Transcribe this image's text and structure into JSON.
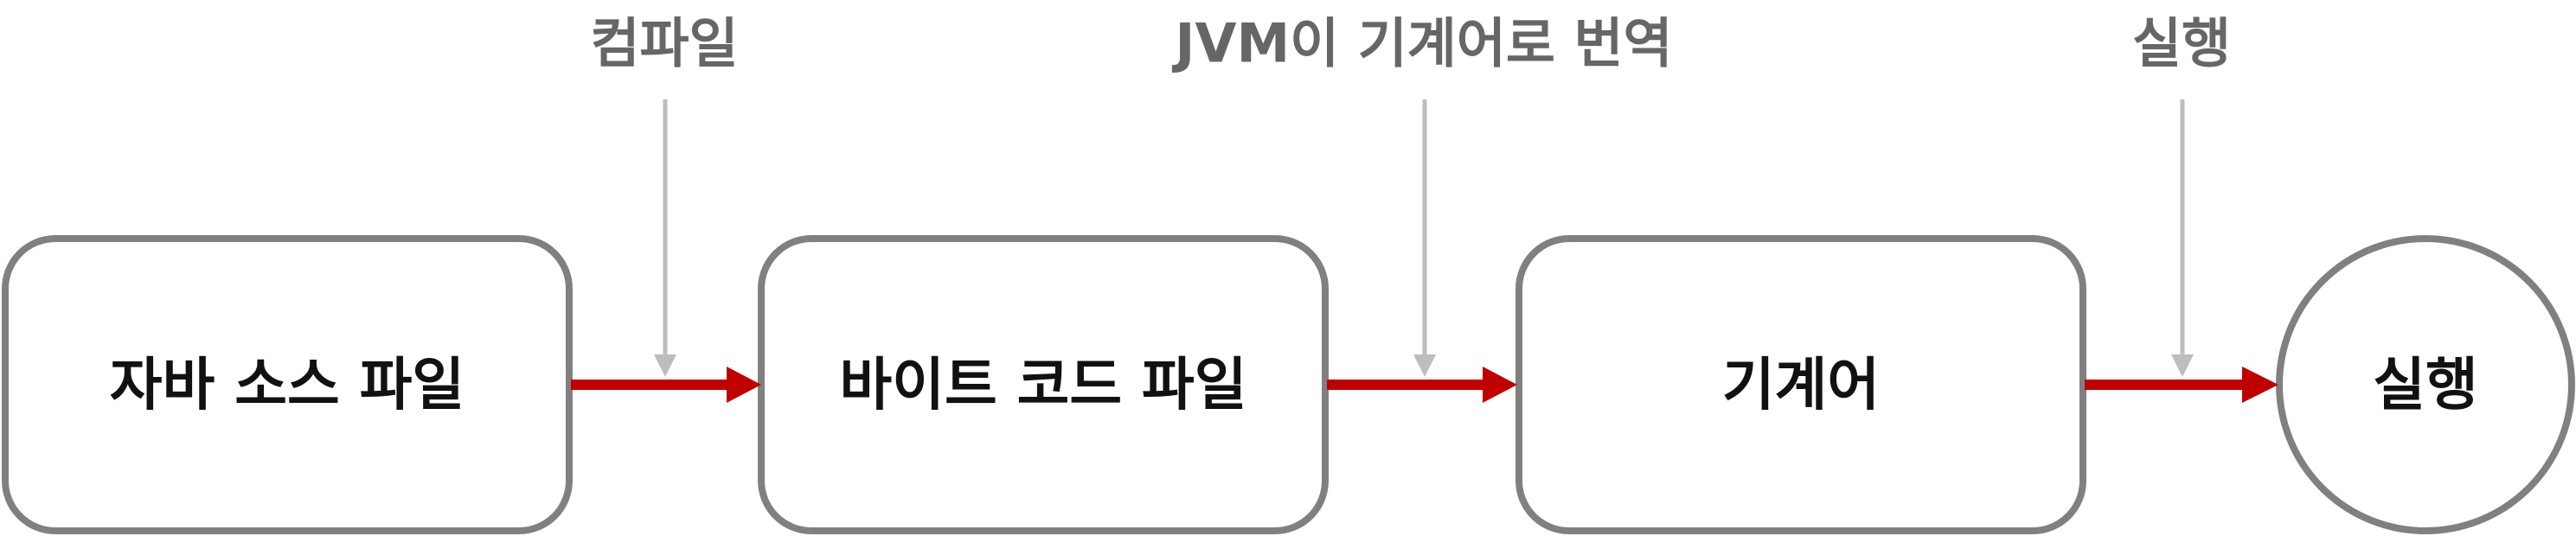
{
  "colors": {
    "box_stroke": "#808080",
    "flow_arrow": "#c00000",
    "pointer_arrow": "#bdbdbd",
    "step_text": "#666666",
    "node_text": "#111111"
  },
  "nodes": [
    {
      "label": "자바 소스 파일",
      "shape": "rounded-rect"
    },
    {
      "label": "바이트 코드 파일",
      "shape": "rounded-rect"
    },
    {
      "label": "기계어",
      "shape": "rounded-rect"
    },
    {
      "label": "실행",
      "shape": "circle"
    }
  ],
  "steps": [
    {
      "label": "컴파일"
    },
    {
      "label": "JVM이 기계어로 번역"
    },
    {
      "label": "실행"
    }
  ]
}
